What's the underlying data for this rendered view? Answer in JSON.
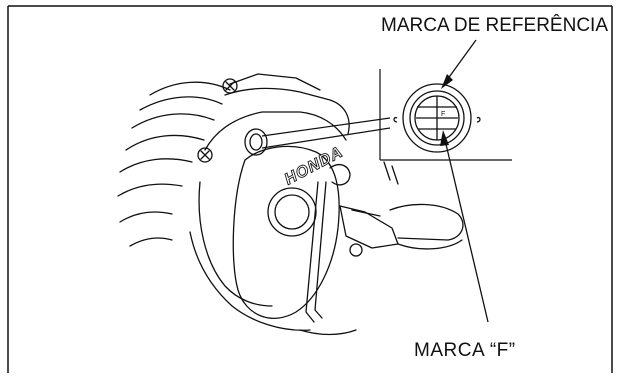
{
  "labels": {
    "reference_mark": "MARCA DE REFERÊNCIA",
    "f_mark": "MARCA “F”"
  },
  "cover_logo": "HONDA",
  "inspection_window": {
    "f_glyph": "F"
  },
  "colors": {
    "ink": "#111111",
    "paper": "#ffffff"
  }
}
